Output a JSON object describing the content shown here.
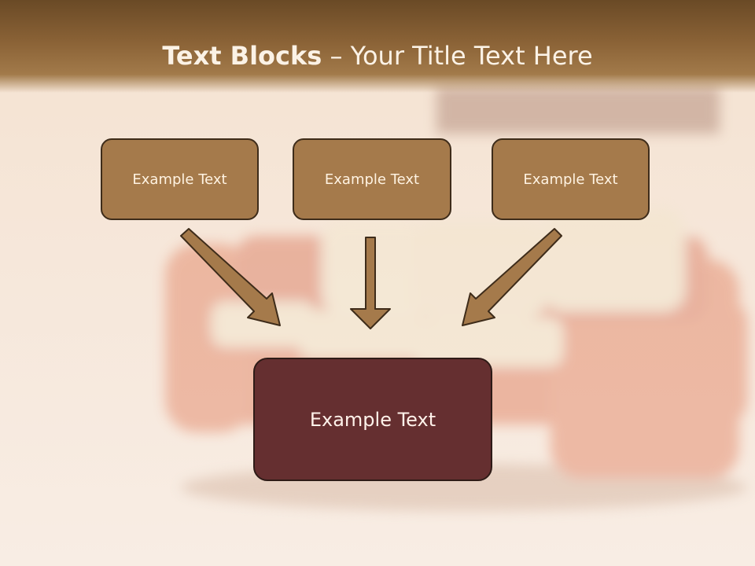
{
  "title": {
    "bold": "Text Blocks",
    "separator": " – ",
    "rest": "Your Title Text Here"
  },
  "boxes": {
    "top_left": "Example Text",
    "top_center": "Example Text",
    "top_right": "Example Text",
    "bottom": "Example Text"
  },
  "colors": {
    "header": "#8a6236",
    "top_box_fill": "#a57a4b",
    "bottom_box_fill": "#652f30",
    "arrow_fill": "#a57a4b",
    "border": "#3e2c1a"
  }
}
